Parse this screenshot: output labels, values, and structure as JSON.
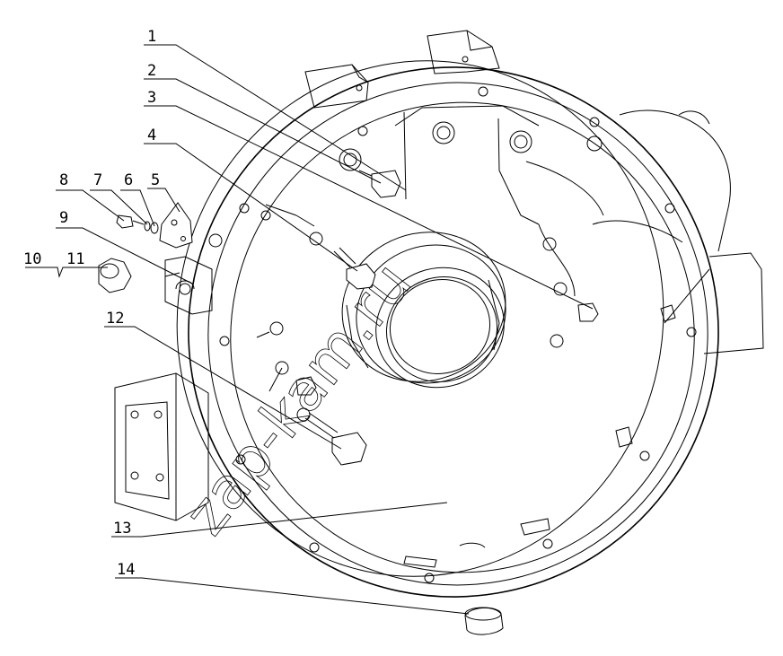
{
  "callouts": [
    {
      "num": "1"
    },
    {
      "num": "2"
    },
    {
      "num": "3"
    },
    {
      "num": "4"
    },
    {
      "num": "5"
    },
    {
      "num": "6"
    },
    {
      "num": "7"
    },
    {
      "num": "8"
    },
    {
      "num": "9"
    },
    {
      "num": "10"
    },
    {
      "num": "11"
    },
    {
      "num": "12"
    },
    {
      "num": "13"
    },
    {
      "num": "14"
    }
  ],
  "watermark": "zap-kam.ru"
}
